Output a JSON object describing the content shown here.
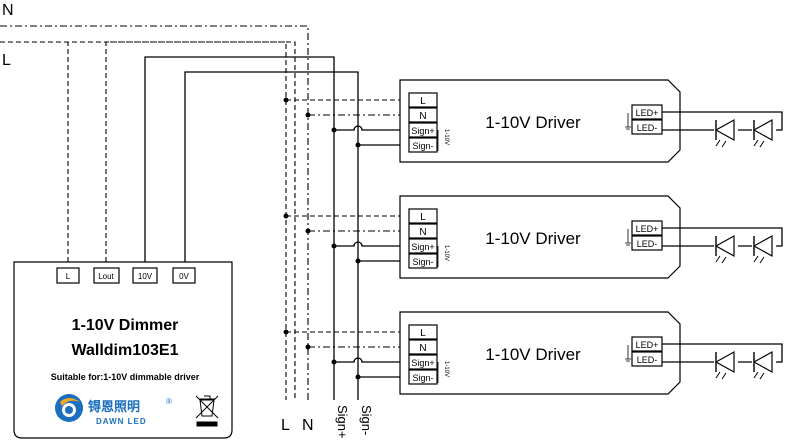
{
  "mains": {
    "n_label": "N",
    "l_label": "L"
  },
  "dimmer": {
    "terminals": [
      "L",
      "Lout",
      "10V",
      "0V"
    ],
    "title": "1-10V Dimmer",
    "model": "Walldim103E1",
    "note": "Suitable for:1-10V dimmable driver",
    "brand_cn": "锝恩照明",
    "brand_en": "DAWN LED",
    "registered_mark": "®"
  },
  "drivers": [
    {
      "title": "1-10V Driver",
      "inputs": [
        "L",
        "N",
        "Sign+",
        "Sign-"
      ],
      "dim_label": "1-10V",
      "outputs": [
        "LED+",
        "LED-"
      ]
    },
    {
      "title": "1-10V Driver",
      "inputs": [
        "L",
        "N",
        "Sign+",
        "Sign-"
      ],
      "dim_label": "1-10V",
      "outputs": [
        "LED+",
        "LED-"
      ]
    },
    {
      "title": "1-10V Driver",
      "inputs": [
        "L",
        "N",
        "Sign+",
        "Sign-"
      ],
      "dim_label": "1-10V",
      "outputs": [
        "LED+",
        "LED-"
      ]
    }
  ],
  "bus_labels": [
    "L",
    "N",
    "Sign+",
    "Sign-"
  ],
  "icons": {
    "logo": "dawn-led-logo-icon",
    "weee": "weee-bin-icon",
    "led": "led-diode-icon",
    "ground": "ground-symbol-icon"
  },
  "colors": {
    "line": "#000000",
    "logo_blue": "#1a6fc0",
    "logo_orange": "#f5a623"
  }
}
